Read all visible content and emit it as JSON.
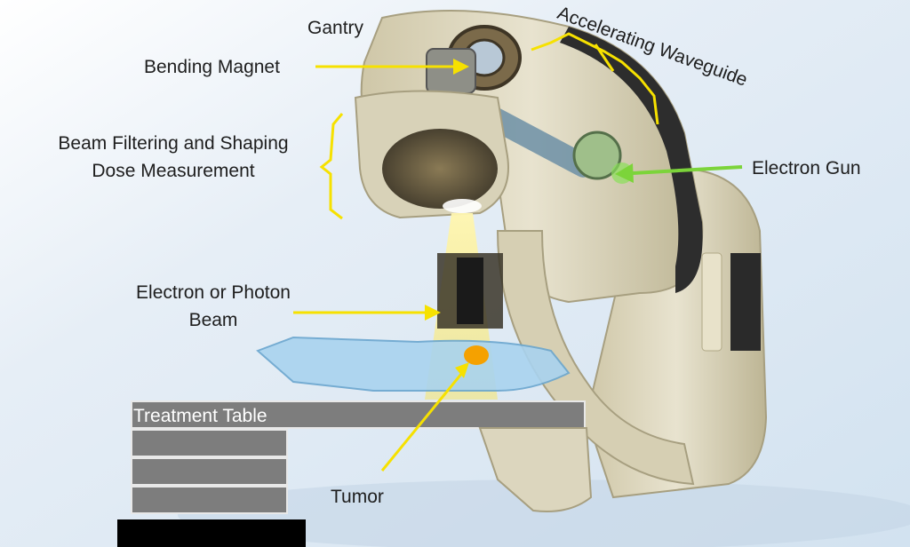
{
  "labels": {
    "gantry": "Gantry",
    "bending_magnet": "Bending Magnet",
    "accelerating_waveguide": "Accelerating Waveguide",
    "beam_filtering_line1": "Beam Filtering and Shaping",
    "beam_filtering_line2": "Dose Measurement",
    "electron_gun": "Electron Gun",
    "beam_line1": "Electron or Photon",
    "beam_line2": "Beam",
    "treatment_table": "Treatment Table",
    "tumor": "Tumor"
  },
  "colors": {
    "annotation_yellow": "#f6e100",
    "electron_gun_arrow": "#7cd43a",
    "background": "#dce9f4",
    "machine_body": "#d8d2b8",
    "table_gray": "#8a8a8a",
    "tumor": "#f5a100"
  }
}
